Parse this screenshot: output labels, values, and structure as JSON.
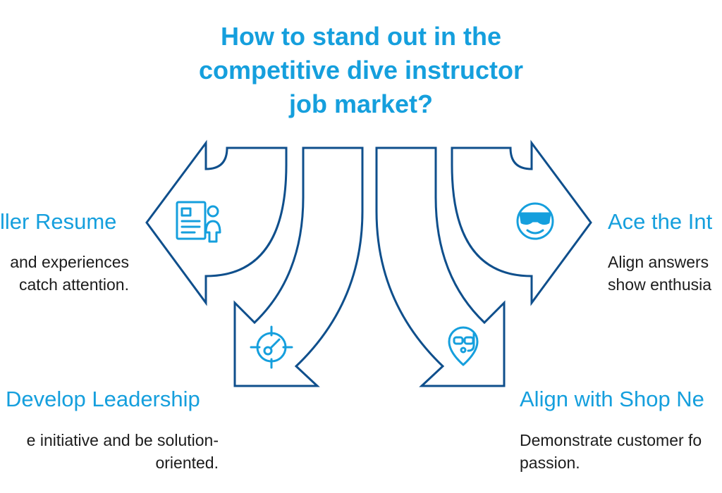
{
  "title": {
    "line1": "How to stand out in the",
    "line2": "competitive dive instructor",
    "line3": "job market?"
  },
  "branches": [
    {
      "id": "resume",
      "heading": "ller Resume",
      "desc_line1": "and experiences",
      "desc_line2": "catch attention.",
      "icon": "resume-id-card-icon"
    },
    {
      "id": "leadership",
      "heading": "Develop Leadership",
      "desc_line1": "e initiative and be solution-",
      "desc_line2": "oriented.",
      "icon": "target-gauge-icon"
    },
    {
      "id": "interview",
      "heading": "Ace the Int",
      "desc_line1": "Align answers",
      "desc_line2": "show enthusia",
      "icon": "smiling-face-goggles-icon"
    },
    {
      "id": "shop",
      "heading": "Align with Shop Ne",
      "desc_line1": "Demonstrate customer fo",
      "desc_line2": "passion.",
      "icon": "diver-mask-snorkel-icon"
    }
  ],
  "colors": {
    "accent": "#159fdd",
    "arrow_stroke": "#0f4f8c",
    "text": "#1c1c1c",
    "background": "#ffffff"
  }
}
